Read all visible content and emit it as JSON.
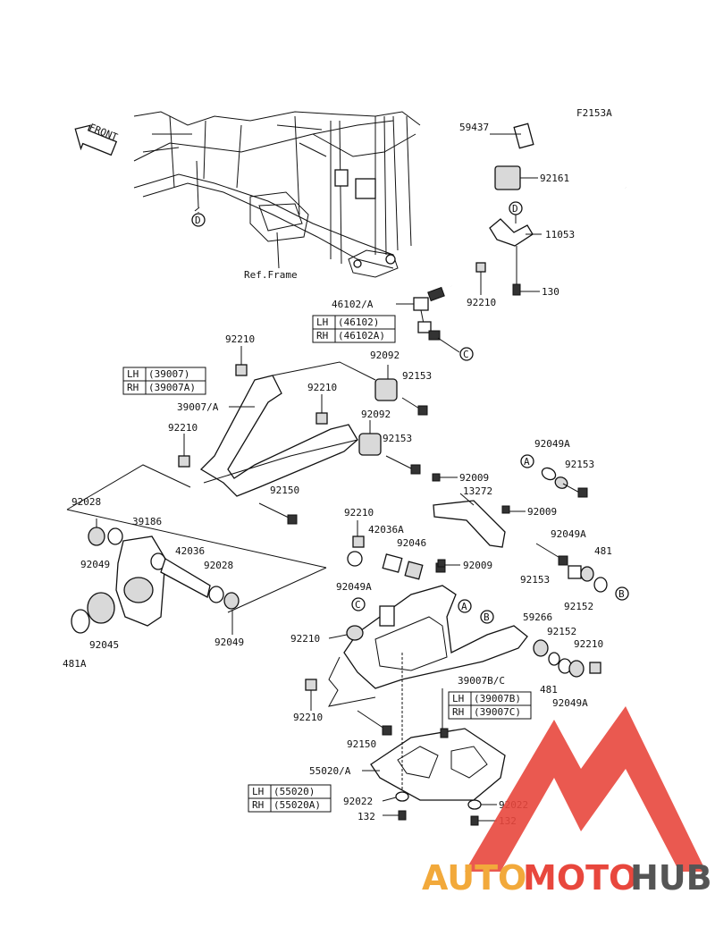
{
  "diagram": {
    "code": "F2153A",
    "front_label": "FRONT",
    "ref_frame": "Ref.Frame",
    "parts": [
      {
        "id": "p59437",
        "label": "59437"
      },
      {
        "id": "p92161",
        "label": "92161"
      },
      {
        "id": "p11053",
        "label": "11053"
      },
      {
        "id": "p130",
        "label": "130"
      },
      {
        "id": "p92210a",
        "label": "92210"
      },
      {
        "id": "p46102",
        "label": "46102/A"
      },
      {
        "id": "p92210b",
        "label": "92210"
      },
      {
        "id": "p92092a",
        "label": "92092"
      },
      {
        "id": "p92153a",
        "label": "92153"
      },
      {
        "id": "p92210c",
        "label": "92210"
      },
      {
        "id": "p39007",
        "label": "39007/A"
      },
      {
        "id": "p92092b",
        "label": "92092"
      },
      {
        "id": "p92210d",
        "label": "92210"
      },
      {
        "id": "p92153b",
        "label": "92153"
      },
      {
        "id": "p92150a",
        "label": "92150"
      },
      {
        "id": "p92049Aa",
        "label": "92049A"
      },
      {
        "id": "p92153c",
        "label": "92153"
      },
      {
        "id": "p92009a",
        "label": "92009"
      },
      {
        "id": "p13272",
        "label": "13272"
      },
      {
        "id": "p92009b",
        "label": "92009"
      },
      {
        "id": "p92028a",
        "label": "92028"
      },
      {
        "id": "p39186",
        "label": "39186"
      },
      {
        "id": "p92049a",
        "label": "92049"
      },
      {
        "id": "p42036",
        "label": "42036"
      },
      {
        "id": "p92028b",
        "label": "92028"
      },
      {
        "id": "p92045",
        "label": "92045"
      },
      {
        "id": "p481A",
        "label": "481A"
      },
      {
        "id": "p92049b",
        "label": "92049"
      },
      {
        "id": "p92210e",
        "label": "92210"
      },
      {
        "id": "p42036A",
        "label": "42036A"
      },
      {
        "id": "p92046",
        "label": "92046"
      },
      {
        "id": "p92049Ab",
        "label": "92049A"
      },
      {
        "id": "p92009c",
        "label": "92009"
      },
      {
        "id": "p92049Ac",
        "label": "92049A"
      },
      {
        "id": "p481",
        "label": "481"
      },
      {
        "id": "p92153d",
        "label": "92153"
      },
      {
        "id": "p92152a",
        "label": "92152"
      },
      {
        "id": "p59266",
        "label": "59266"
      },
      {
        "id": "p92152b",
        "label": "92152"
      },
      {
        "id": "p92210f",
        "label": "92210"
      },
      {
        "id": "p92210g",
        "label": "92210"
      },
      {
        "id": "p481b",
        "label": "481"
      },
      {
        "id": "p92049Ad",
        "label": "92049A"
      },
      {
        "id": "p39007BC",
        "label": "39007B/C"
      },
      {
        "id": "p92210h",
        "label": "92210"
      },
      {
        "id": "p92150b",
        "label": "92150"
      },
      {
        "id": "p55020",
        "label": "55020/A"
      },
      {
        "id": "p92022a",
        "label": "92022"
      },
      {
        "id": "p132a",
        "label": "132"
      },
      {
        "id": "p92022b",
        "label": "92022"
      },
      {
        "id": "p132b",
        "label": "132"
      }
    ],
    "callouts": {
      "A": "A",
      "B": "B",
      "C": "C",
      "D": "D"
    },
    "tables": [
      {
        "rows": [
          [
            "LH",
            "(46102)"
          ],
          [
            "RH",
            "(46102A)"
          ]
        ]
      },
      {
        "rows": [
          [
            "LH",
            "(39007)"
          ],
          [
            "RH",
            "(39007A)"
          ]
        ]
      },
      {
        "rows": [
          [
            "LH",
            "(39007B)"
          ],
          [
            "RH",
            "(39007C)"
          ]
        ]
      },
      {
        "rows": [
          [
            "LH",
            "(55020)"
          ],
          [
            "RH",
            "(55020A)"
          ]
        ]
      }
    ]
  },
  "watermark": {
    "brand_part1": "AUTO",
    "brand_part2": "MOTO",
    "brand_part3": "HUB",
    "colors": {
      "orange": "#f2a93b",
      "red": "#e8473d",
      "gray": "#555555"
    }
  }
}
